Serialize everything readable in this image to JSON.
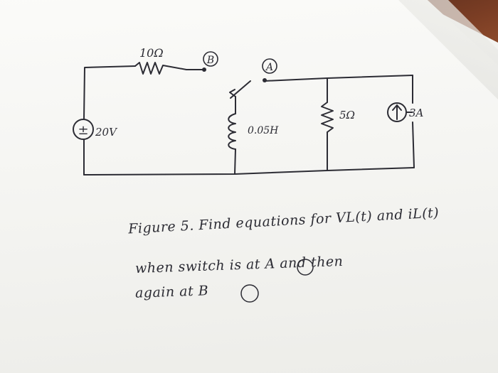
{
  "labels": {
    "resistor_top": "10Ω",
    "switch_pos_b": "B",
    "switch_pos_a": "A",
    "inductor": "0.05H",
    "resistor_right": "5Ω",
    "current_source": "3A",
    "voltage_source": "20V",
    "voltage_sign": "±"
  },
  "caption": {
    "line1": "Figure 5. Find equations for VL(t) and iL(t)",
    "line2": "when switch is at A and then",
    "line3": "again at B"
  },
  "colors": {
    "ink": "#2c2c34",
    "paper": "#f7f7f5",
    "wood": "#7a3d24"
  }
}
